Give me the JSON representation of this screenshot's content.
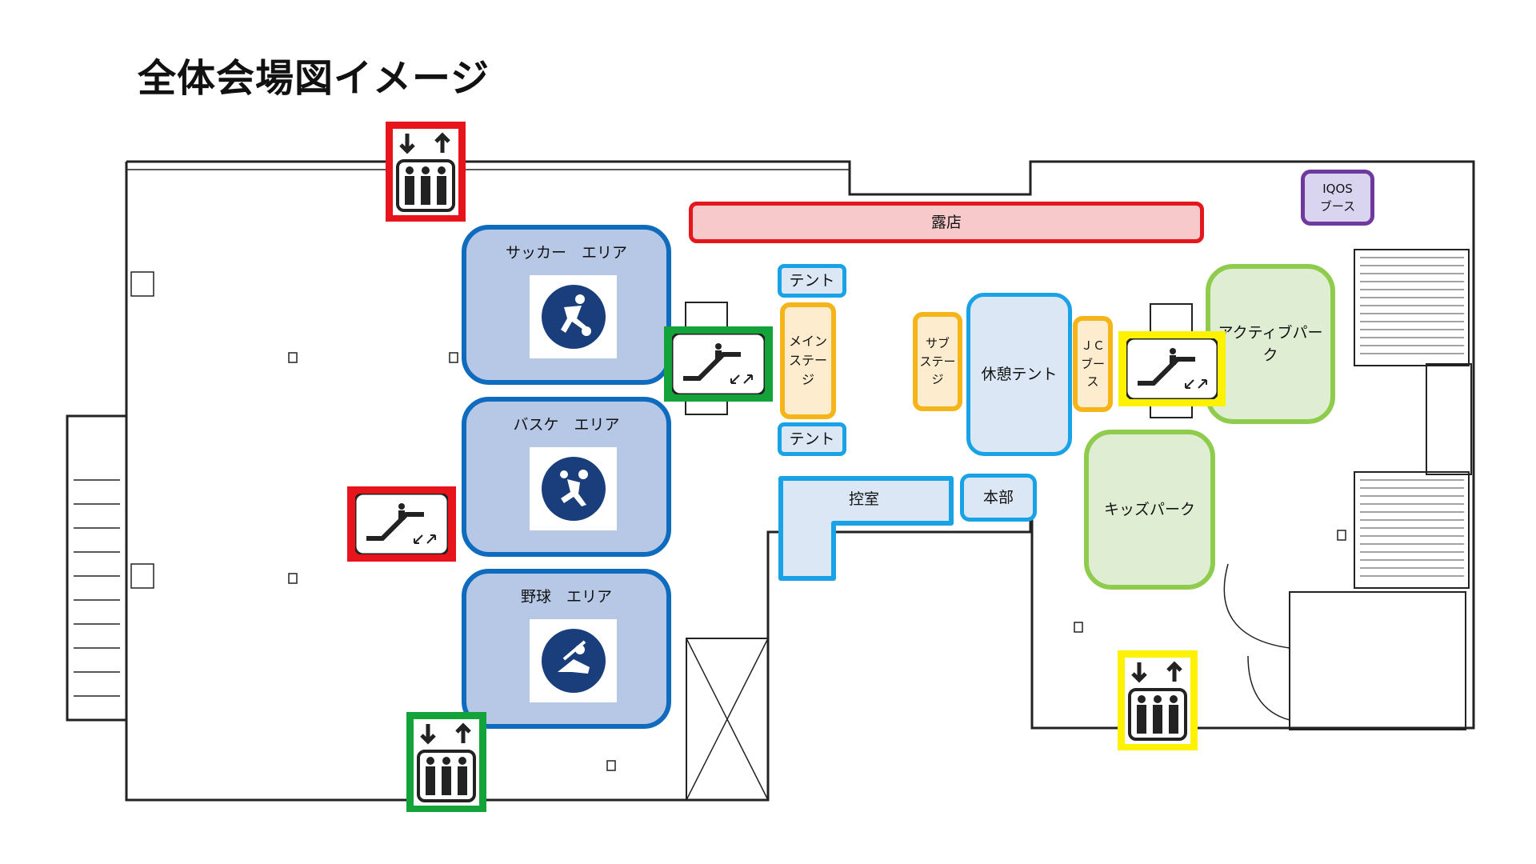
{
  "title": "全体会場図イメージ",
  "zones": {
    "soccer": "サッカー　エリア",
    "basketball": "バスケ　エリア",
    "baseball": "野球　エリア",
    "stalls": "露店",
    "tent_top": "テント",
    "tent_bottom": "テント",
    "main_stage_line1": "メイン",
    "main_stage_line2": "ステージ",
    "sub_stage_line1": "サブ",
    "sub_stage_line2": "ステージ",
    "rest_tent": "休憩テント",
    "jc_booth_line1": "ＪＣ",
    "jc_booth_line2": "ブース",
    "iqos_line1": "IQOS",
    "iqos_line2": "ブース",
    "active_park_line1": "アクティブパー",
    "active_park_line2": "ク",
    "kids_park": "キッズパーク",
    "waiting_room": "控室",
    "headquarters": "本部"
  },
  "colors": {
    "sport_border": "#0f6bbd",
    "sport_fill": "#b7c8e7",
    "sport_icon": "#1a3e7c",
    "stalls_border": "#e3171c",
    "stalls_fill": "#f7c9cb",
    "tent_border": "#19a2e6",
    "tent_fill": "#dbe7f4",
    "stage_border": "#f5b518",
    "stage_fill": "#fdeccd",
    "park_border": "#8fcc4e",
    "park_fill": "#dfeed3",
    "iqos_border": "#6f3a9e",
    "iqos_fill": "#d9d4f0",
    "badge_red": "#e8141b",
    "badge_green": "#14a33b",
    "badge_yellow": "#fff200"
  },
  "icons": {
    "soccer": "soccer-pictogram-icon",
    "basketball": "basketball-pictogram-icon",
    "baseball": "baseball-pictogram-icon",
    "elevator": "elevator-icon",
    "escalator": "escalator-icon"
  }
}
